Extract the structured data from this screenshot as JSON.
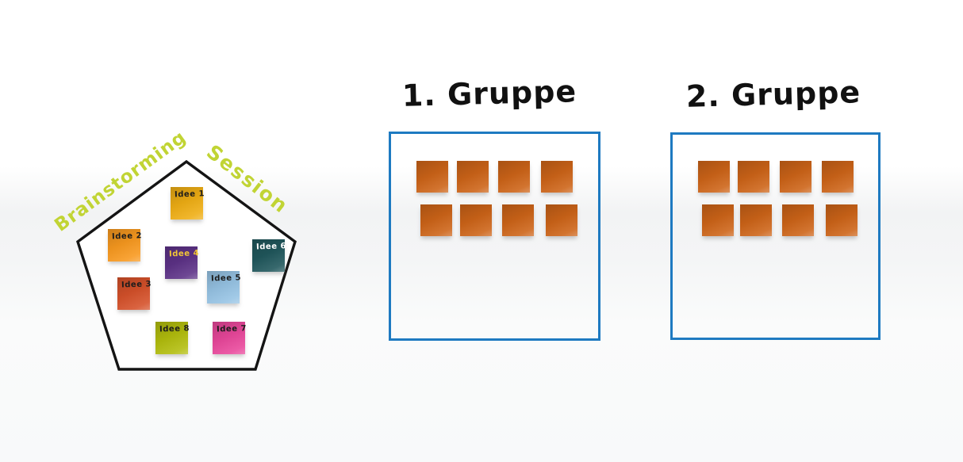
{
  "colors": {
    "orange_note": "#cd6418",
    "group_border": "#1e7ac1",
    "pentagon_label": "#c1d434",
    "outline": "#141414",
    "title": "#111111"
  },
  "pentagon": {
    "label_left": "Brainstorming",
    "label_right": "Session",
    "notes": [
      {
        "label": "Idee 1",
        "color": "#efae14",
        "text_color": "#1c1c1c"
      },
      {
        "label": "Idee 2",
        "color": "#f8991f",
        "text_color": "#1c1c1c"
      },
      {
        "label": "Idee 3",
        "color": "#d5512a",
        "text_color": "#1c1c1c"
      },
      {
        "label": "Idee 4",
        "color": "#5d3287",
        "text_color": "#f2c636"
      },
      {
        "label": "Idee 5",
        "color": "#96c3e4",
        "text_color": "#1c1c1c"
      },
      {
        "label": "Idee 6",
        "color": "#20575c",
        "text_color": "#ffffff"
      },
      {
        "label": "Idee 7",
        "color": "#e9479b",
        "text_color": "#1c1c1c"
      },
      {
        "label": "Idee 8",
        "color": "#b2bd0d",
        "text_color": "#1c1c1c"
      }
    ]
  },
  "groups": [
    {
      "title": "1. Gruppe",
      "note_count": 8
    },
    {
      "title": "2. Gruppe",
      "note_count": 8
    }
  ]
}
